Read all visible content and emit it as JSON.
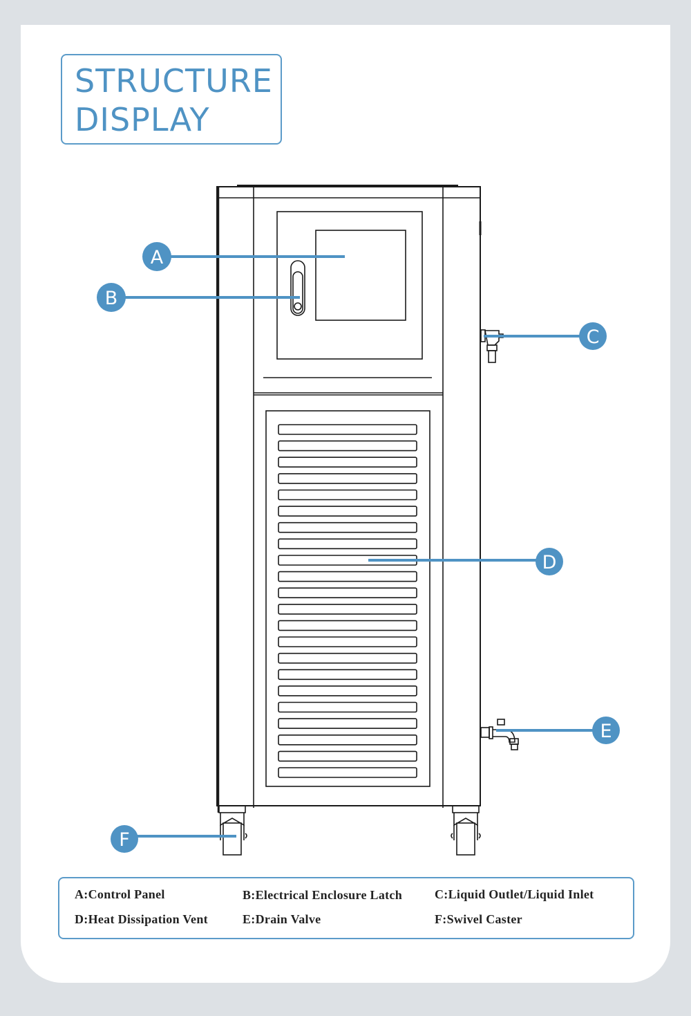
{
  "title": {
    "line1": "STRUCTURE",
    "line2": "DISPLAY"
  },
  "colors": {
    "accent": "#4f93c4",
    "background": "#dde1e5",
    "line": "#1a1a1a"
  },
  "callouts": [
    {
      "letter": "A",
      "target": "control-panel"
    },
    {
      "letter": "B",
      "target": "electrical-enclosure-latch"
    },
    {
      "letter": "C",
      "target": "liquid-outlet-inlet"
    },
    {
      "letter": "D",
      "target": "heat-dissipation-vent"
    },
    {
      "letter": "E",
      "target": "drain-valve"
    },
    {
      "letter": "F",
      "target": "swivel-caster"
    }
  ],
  "legend": [
    "A:Control Panel",
    "B:Electrical Enclosure Latch",
    "C:Liquid Outlet/Liquid Inlet",
    "D:Heat Dissipation Vent",
    "E:Drain Valve",
    "F:Swivel Caster"
  ],
  "vent_slat_count": 22
}
